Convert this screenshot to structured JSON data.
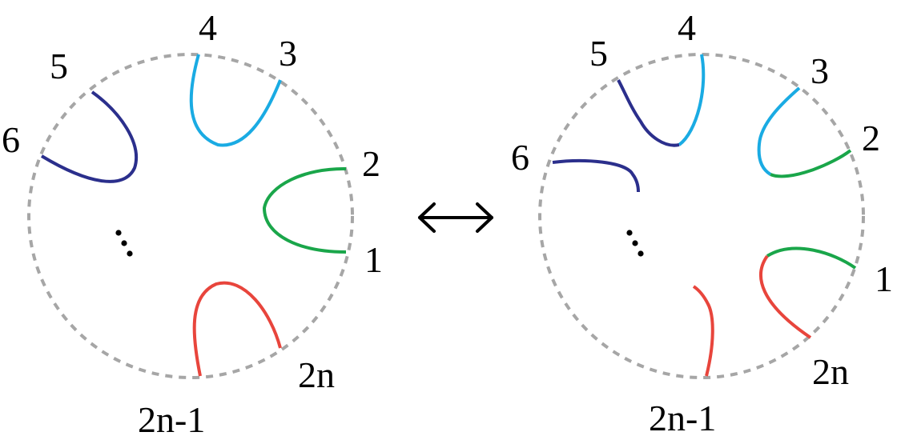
{
  "colors": {
    "light_blue": "#1aabe3",
    "navy": "#2b2f8c",
    "green": "#1aa64a",
    "red": "#e8453c",
    "circle": "#a6a6a6"
  },
  "left": {
    "labels": {
      "l1": "1",
      "l2": "2",
      "l3": "3",
      "l4": "4",
      "l5": "5",
      "l6": "6",
      "l2n": "2n",
      "l2n1": "2n-1"
    }
  },
  "right": {
    "labels": {
      "l1": "1",
      "l2": "2",
      "l3": "3",
      "l4": "4",
      "l5": "5",
      "l6": "6",
      "l2n": "2n",
      "l2n1": "2n-1"
    }
  },
  "arrow": {
    "icon": "double-headed-arrow-icon"
  }
}
